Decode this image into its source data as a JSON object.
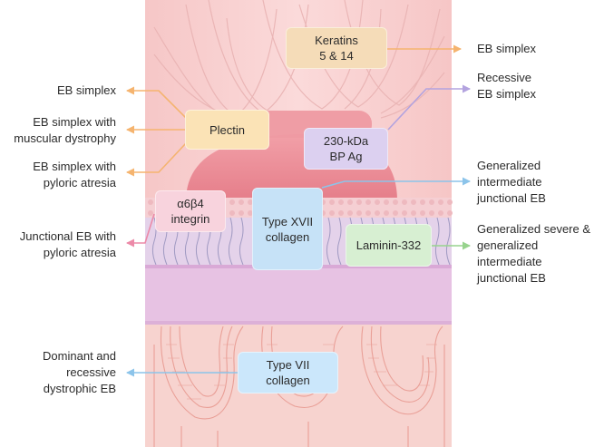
{
  "colors": {
    "orange": "#f5b46f",
    "purple": "#b3a3df",
    "blue": "#8cc4ea",
    "pink": "#ec8aa8",
    "green": "#97d38d"
  },
  "proteins": {
    "keratins": "Keratins\n5 & 14",
    "plectin": "Plectin",
    "bp230": "230-kDa\nBP Ag",
    "a6b4": "α6β4\nintegrin",
    "type17": "Type XVII\ncollagen",
    "laminin": "Laminin-332",
    "type7": "Type VII\ncollagen"
  },
  "diseases": {
    "eb_simplex_keratin": "EB simplex",
    "recessive_eb_simplex": "Recessive\nEB simplex",
    "eb_simplex_left": "EB simplex",
    "eb_simplex_muscular": "EB simplex with\nmuscular dystrophy",
    "eb_simplex_pyloric": "EB simplex with\npyloric atresia",
    "junctional_pyloric": "Junctional EB with\npyloric atresia",
    "generalized_intermediate": "Generalized\nintermediate\njunctional EB",
    "generalized_severe": "Generalized severe &\ngeneralized\nintermediate\njunctional EB",
    "dystrophic": "Dominant and\nrecessive\ndystrophic EB"
  }
}
